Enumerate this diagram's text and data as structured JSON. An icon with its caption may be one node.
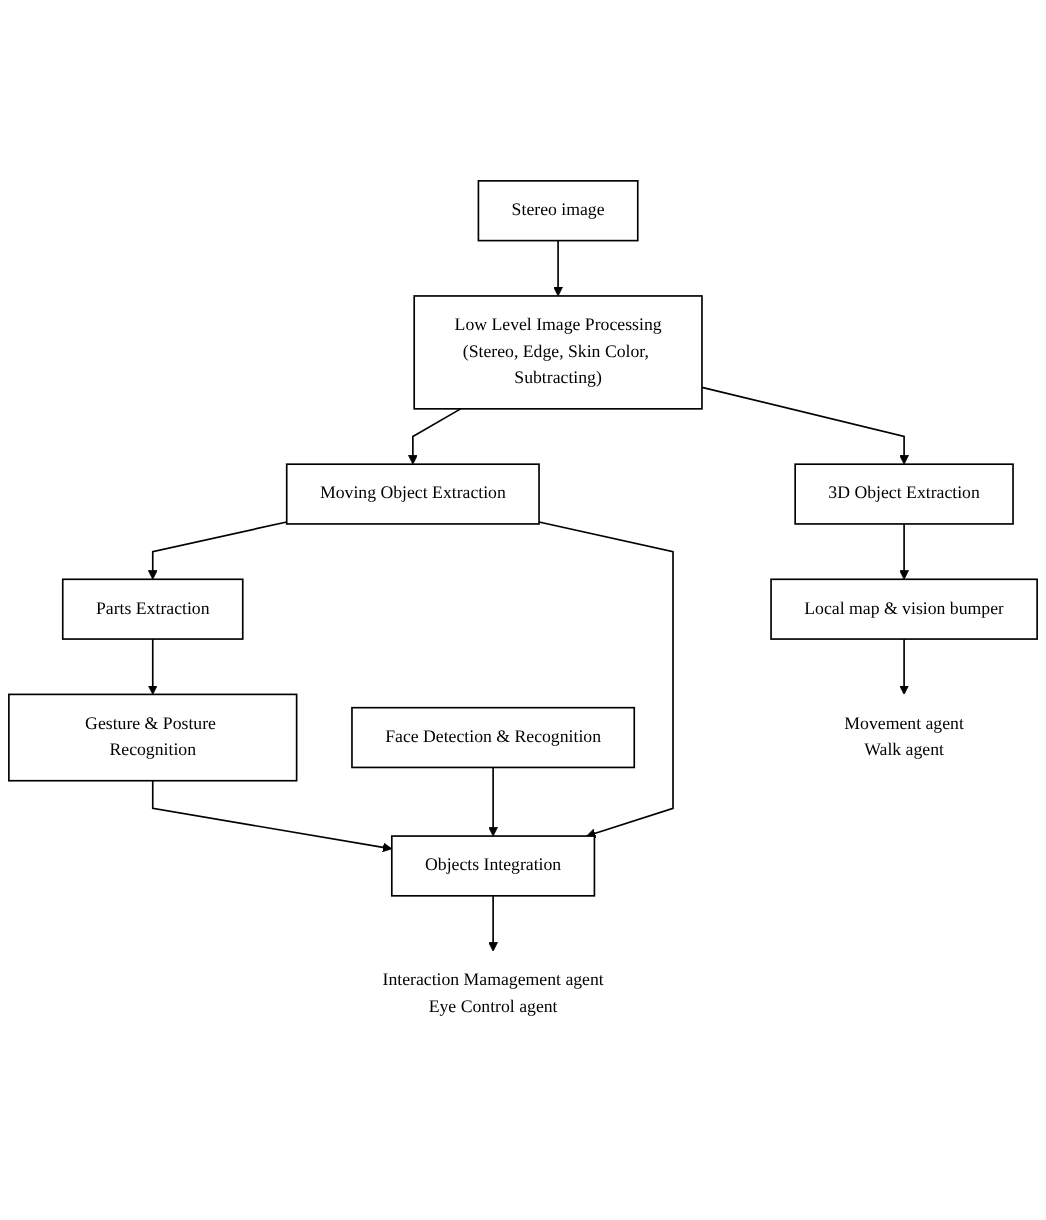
{
  "diagram": {
    "nodes": [
      {
        "text": [
          "Stereo image"
        ]
      },
      {
        "text": [
          "Low Level Image Processing",
          "(Stereo, Edge, Skin Color, Subtracting)"
        ]
      },
      {
        "text": [
          "Moving Object Extraction"
        ]
      },
      {
        "text": [
          "3D Object Extraction"
        ]
      },
      {
        "text": [
          "Parts Extraction"
        ]
      },
      {
        "text": [
          "Local map & vision bumper"
        ]
      },
      {
        "text": [
          "Gesture & Posture Recognition"
        ]
      },
      {
        "text": [
          "Face Detection & Recognition"
        ]
      },
      {
        "text": [
          "Objects Integration"
        ]
      },
      {
        "text": [
          "Interaction Mamagement agent",
          "Eye Control agent"
        ]
      },
      {
        "text": [
          "Movement agent",
          "Walk agent"
        ]
      }
    ],
    "edges": [
      {
        "from": 0,
        "to": 1,
        "arrow": "to"
      },
      {
        "from": 1,
        "to": 2,
        "arrow": "to"
      },
      {
        "from": 1,
        "to": 3,
        "arrow": "to"
      },
      {
        "from": 2,
        "to": 4,
        "arrow": "to"
      },
      {
        "from": 3,
        "to": 5,
        "arrow": "to"
      },
      {
        "from": 4,
        "to": 6,
        "arrow": "to"
      },
      {
        "from": 6,
        "to": 8,
        "arrow": "to"
      },
      {
        "from": 7,
        "to": 8,
        "arrow": "to"
      },
      {
        "from": 2,
        "to": 8,
        "arrow": "to"
      },
      {
        "from": 8,
        "to": 9,
        "arrow": "to"
      },
      {
        "from": 5,
        "to": 10,
        "arrow": "to"
      }
    ]
  }
}
